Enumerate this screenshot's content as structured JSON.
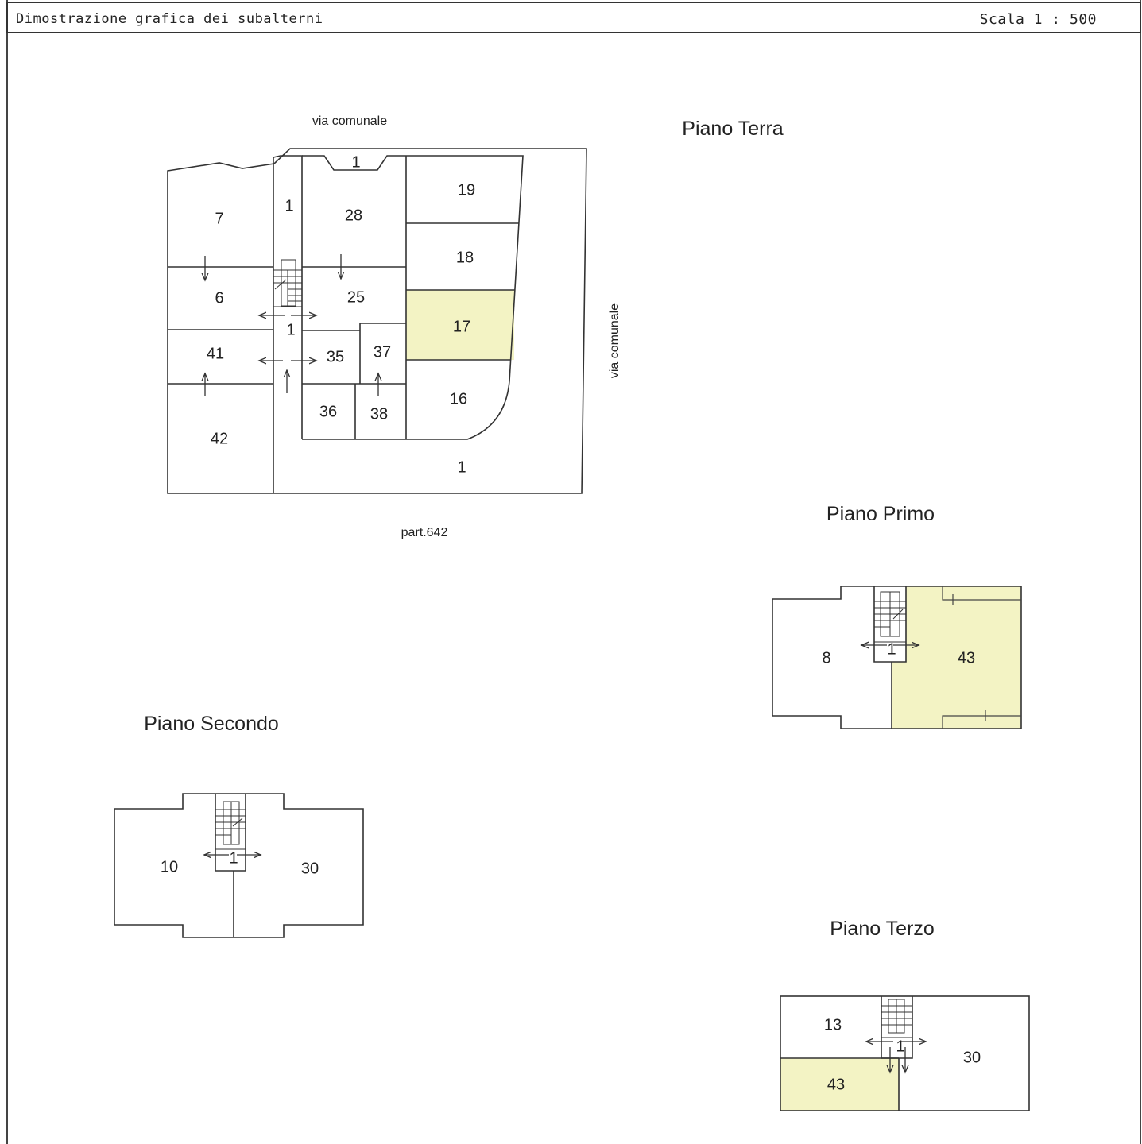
{
  "header": {
    "title": "Dimostrazione grafica dei subalterni",
    "scale": "Scala 1 : 500"
  },
  "colors": {
    "highlight": "#f3f3c4",
    "line": "#333333"
  },
  "piano_terra": {
    "title": "Piano Terra",
    "street_top": "via comunale",
    "street_right": "via comunale",
    "parcel": "part.642",
    "rooms": {
      "r7": "7",
      "r6": "6",
      "r41": "41",
      "r42": "42",
      "r1_top": "1",
      "r1_corridor_top": "1",
      "r1_corridor_mid": "1",
      "r28": "28",
      "r25": "25",
      "r35": "35",
      "r37": "37",
      "r36": "36",
      "r38": "38",
      "r19": "19",
      "r18": "18",
      "r17": "17",
      "r16": "16",
      "r1_courtyard": "1"
    }
  },
  "piano_primo": {
    "title": "Piano Primo",
    "rooms": {
      "r8": "8",
      "r1": "1",
      "r43": "43"
    }
  },
  "piano_secondo": {
    "title": "Piano Secondo",
    "rooms": {
      "r10": "10",
      "r1": "1",
      "r30": "30"
    }
  },
  "piano_terzo": {
    "title": "Piano Terzo",
    "rooms": {
      "r13": "13",
      "r1": "1",
      "r30": "30",
      "r43": "43"
    }
  }
}
